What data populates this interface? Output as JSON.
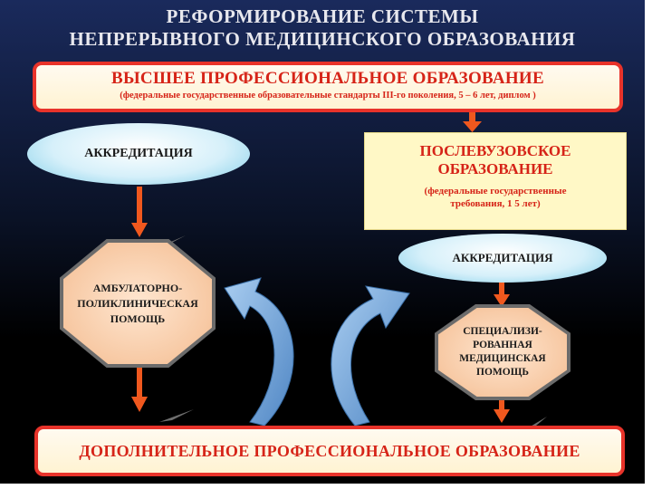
{
  "title": {
    "line1": "РЕФОРМИРОВАНИЕ СИСТЕМЫ",
    "line2": "НЕПРЕРЫВНОГО МЕДИЦИНСКОГО  ОБРАЗОВАНИЯ"
  },
  "higher_education": {
    "title": "ВЫСШЕЕ  ПРОФЕССИОНАЛЬНОЕ ОБРАЗОВАНИЕ",
    "subtitle": "(федеральные государственные образовательные стандарты III-го поколения, 5 – 6 лет, диплом )"
  },
  "accreditation_left": {
    "label": "АККРЕДИТАЦИЯ"
  },
  "postgraduate": {
    "line1": "ПОСЛЕВУЗОВСКОЕ",
    "line2": "ОБРАЗОВАНИЕ",
    "note1": "(федеральные государственные",
    "note2": "требования,  1    5 лет)"
  },
  "accreditation_right": {
    "label": "АККРЕДИТАЦИЯ"
  },
  "outpatient_care": {
    "line1": "АМБУЛАТОРНО-",
    "line2": "ПОЛИКЛИНИЧЕСКАЯ",
    "line3": "ПОМОЩЬ"
  },
  "specialized_care": {
    "line1": "СПЕЦИАЛИЗИ-",
    "line2": "РОВАННАЯ",
    "line3": "МЕДИЦИНСКАЯ",
    "line4": "ПОМОЩЬ"
  },
  "additional_education": {
    "title": "ДОПОЛНИТЕЛЬНОЕ  ПРОФЕССИОНАЛЬНОЕ  ОБРАЗОВАНИЕ"
  },
  "colors": {
    "border_red": "#e8332a",
    "arrow_orange": "#f0581e",
    "box_fill": "#fff3d2",
    "ellipse_blue": "#7ecde8",
    "octagon_fill": "#f7c9a4",
    "curved_arrow_blue": "#7fb0e0"
  }
}
